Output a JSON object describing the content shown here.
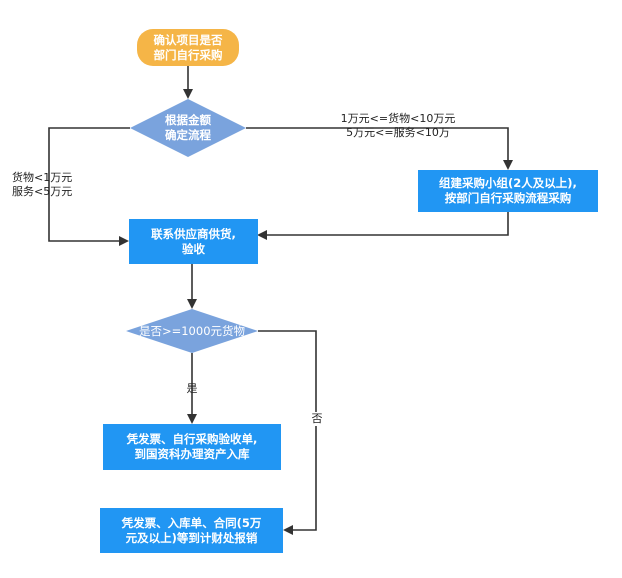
{
  "colors": {
    "start": "#f5b547",
    "process": "#2196f3",
    "decision": "#7aa3dd",
    "line": "#333333"
  },
  "nodes": {
    "start": "确认项目是否\n部门自行采购",
    "decision_amount": "根据金额\n确定流程",
    "form_group": "组建采购小组(2人及以上),\n按部门自行采购流程采购",
    "contact_supplier": "联系供应商供货,\n验收",
    "decision_1000": "是否>=1000元货物",
    "asset_entry": "凭发票、自行采购验收单,\n到国资科办理资产入库",
    "reimburse": "凭发票、入库单、合同(5万\n元及以上)等到计财处报销"
  },
  "edges": {
    "left_condition": "货物<1万元\n服务<5万元",
    "right_condition": "1万元<=货物<10万元\n5万元<=服务<10万",
    "yes": "是",
    "no": "否"
  }
}
